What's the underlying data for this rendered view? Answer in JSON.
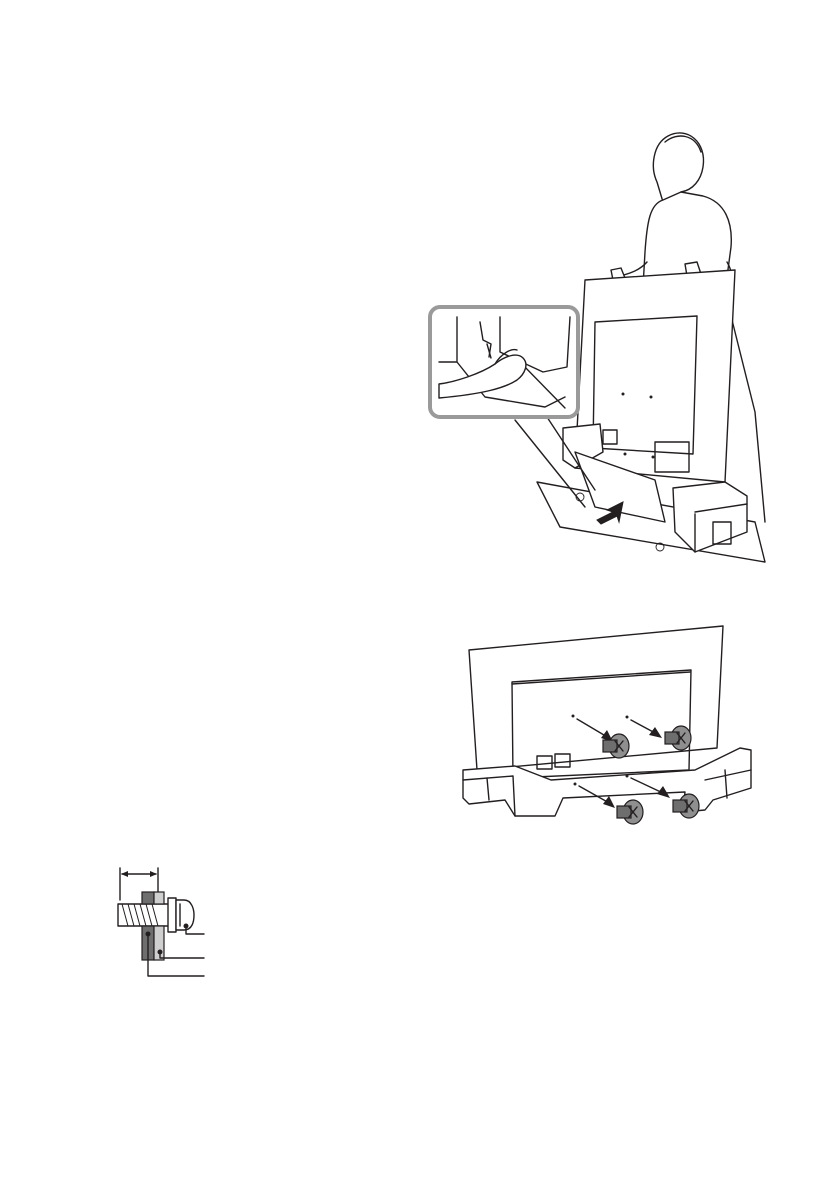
{
  "page": {
    "figures": [
      {
        "kind": "illustration",
        "subject": "person-lifting-tv-from-box",
        "inset": "hand-pulling-cushion"
      },
      {
        "kind": "illustration",
        "subject": "tv-back-screw-removal",
        "screw_count": 4
      },
      {
        "kind": "diagram",
        "subject": "screw-length-cross-section",
        "callouts": 3
      }
    ]
  }
}
